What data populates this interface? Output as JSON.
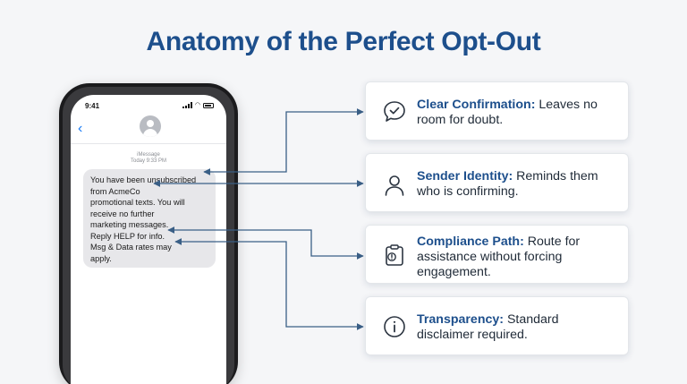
{
  "title": "Anatomy of the Perfect Opt-Out",
  "phone": {
    "time": "9:41",
    "service": "iMessage",
    "timestamp": "Today 9:33 PM",
    "message_lines": [
      "You have been unsubscribed",
      "from AcmeCo",
      "promotional texts. You will",
      "receive no further",
      "marketing messages.",
      "Reply HELP for info.",
      "Msg & Data rates may",
      "apply."
    ]
  },
  "cards": [
    {
      "icon": "chat-check-icon",
      "label": "Clear Confirmation:",
      "text": " Leaves no room for doubt."
    },
    {
      "icon": "person-icon",
      "label": "Sender Identity:",
      "text": " Reminds them who is confirming."
    },
    {
      "icon": "clipboard-alert-icon",
      "label": "Compliance Path:",
      "text": " Route for assistance without forcing engagement."
    },
    {
      "icon": "info-icon",
      "label": "Transparency:",
      "text": " Standard disclaimer required."
    }
  ],
  "colors": {
    "title": "#1d4f8c",
    "label": "#1d4f8c",
    "connector": "#3a5f86",
    "bubble": "#e7e7ea",
    "back_chevron": "#1a7cf5"
  }
}
